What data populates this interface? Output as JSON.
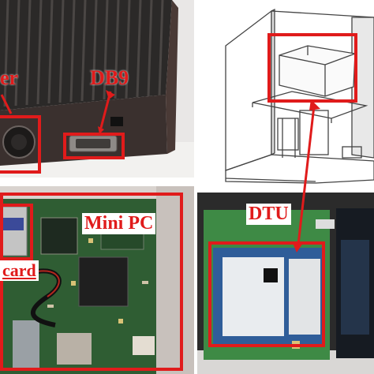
{
  "labels": {
    "top_left_partial": "er",
    "db9": "DB9",
    "mini_pc": "Mini PC",
    "sd_card_partial": "card",
    "dtu": "DTU"
  },
  "colors": {
    "highlight_red": "#e01b1b",
    "enclosure_dark": "#2a2726",
    "pcb_green": "#3f7a3a",
    "dtu_blue": "#2f5d99"
  }
}
